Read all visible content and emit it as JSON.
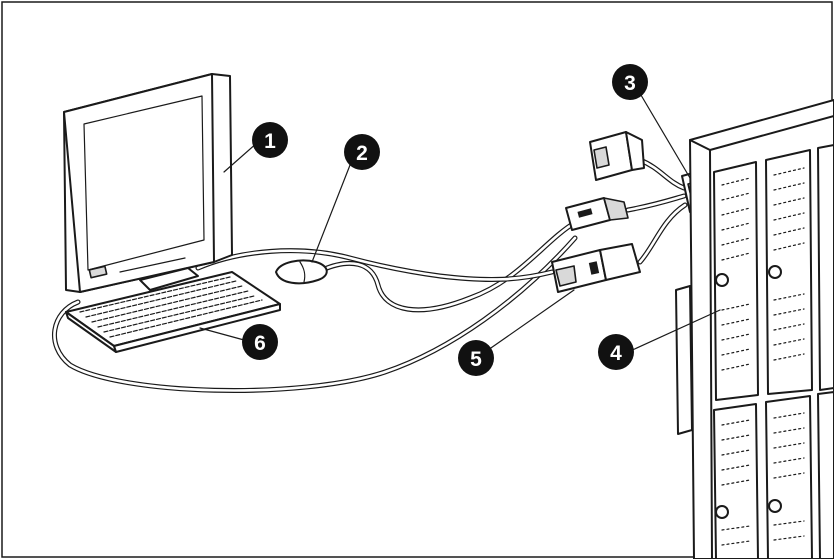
{
  "callouts": [
    {
      "id": 1,
      "label": "1"
    },
    {
      "id": 2,
      "label": "2"
    },
    {
      "id": 3,
      "label": "3"
    },
    {
      "id": 4,
      "label": "4"
    },
    {
      "id": 5,
      "label": "5"
    },
    {
      "id": 6,
      "label": "6"
    }
  ],
  "colors": {
    "line": "#1a1a1a",
    "background": "#ffffff",
    "callout": "#111111"
  }
}
